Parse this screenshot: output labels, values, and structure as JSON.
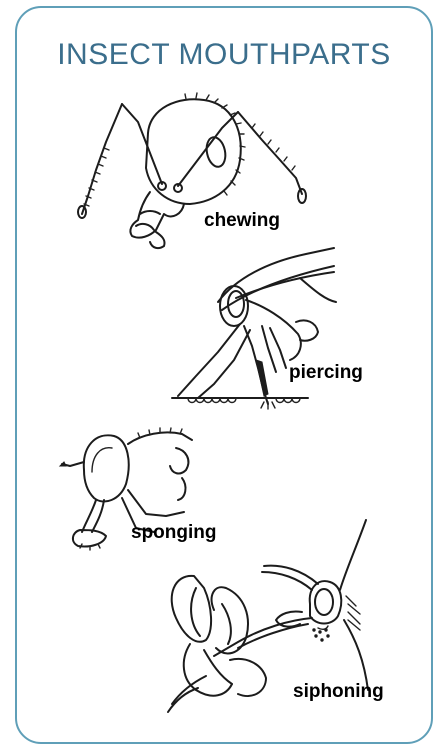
{
  "title": "INSECT MOUTHPARTS",
  "labels": {
    "chewing": "chewing",
    "piercing": "piercing",
    "sponging": "sponging",
    "siphoning": "siphoning"
  },
  "colors": {
    "border": "#5f9fb8",
    "title": "#3b6e8c",
    "ink": "#1c1c1c"
  }
}
